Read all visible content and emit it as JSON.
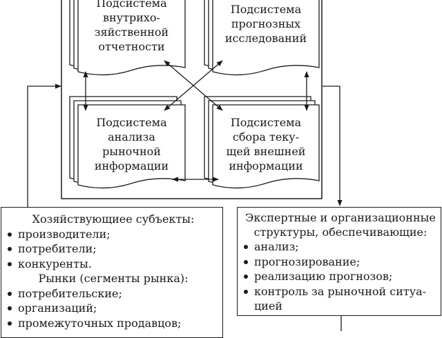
{
  "subsystems": {
    "internal_reporting": "Подсистема внутрихо-зяйственной отчетности",
    "forecasting": "Подсистема прогнозных исследований",
    "market_analysis": "Подсистема анализа рыночной информации",
    "external_collection": "Подсистема сбора теку-щей внешней информации"
  },
  "subsystem_lines": {
    "internal_reporting": [
      "Подсистема",
      "внутрихо-",
      "зяйственной",
      "отчетности"
    ],
    "forecasting": [
      "Подсистема",
      "прогнозных",
      "исследований"
    ],
    "market_analysis": [
      "Подсистема",
      "анализа",
      "рыночной",
      "информации"
    ],
    "external_collection": [
      "Подсистема",
      "сбора теку-",
      "щей внешней",
      "информации"
    ]
  },
  "left_panel": {
    "title": "Хозяйствующиее субъекты:",
    "subjects": [
      "производители;",
      "потребители;",
      "конкуренты."
    ],
    "markets_title": "Рынки (сегменты рынка):",
    "markets": [
      "потребительские;",
      "организаций;",
      "промежуточных продавцов;"
    ]
  },
  "right_panel": {
    "title_line1": "Экспертные и организационные",
    "title_line2": "структуры, обеспечивающие:",
    "items": [
      "анализ;",
      "прогнозирование;",
      "реализацию прогнозов;",
      "контроль за рыночной ситуа-"
    ],
    "last_line": "цией"
  }
}
